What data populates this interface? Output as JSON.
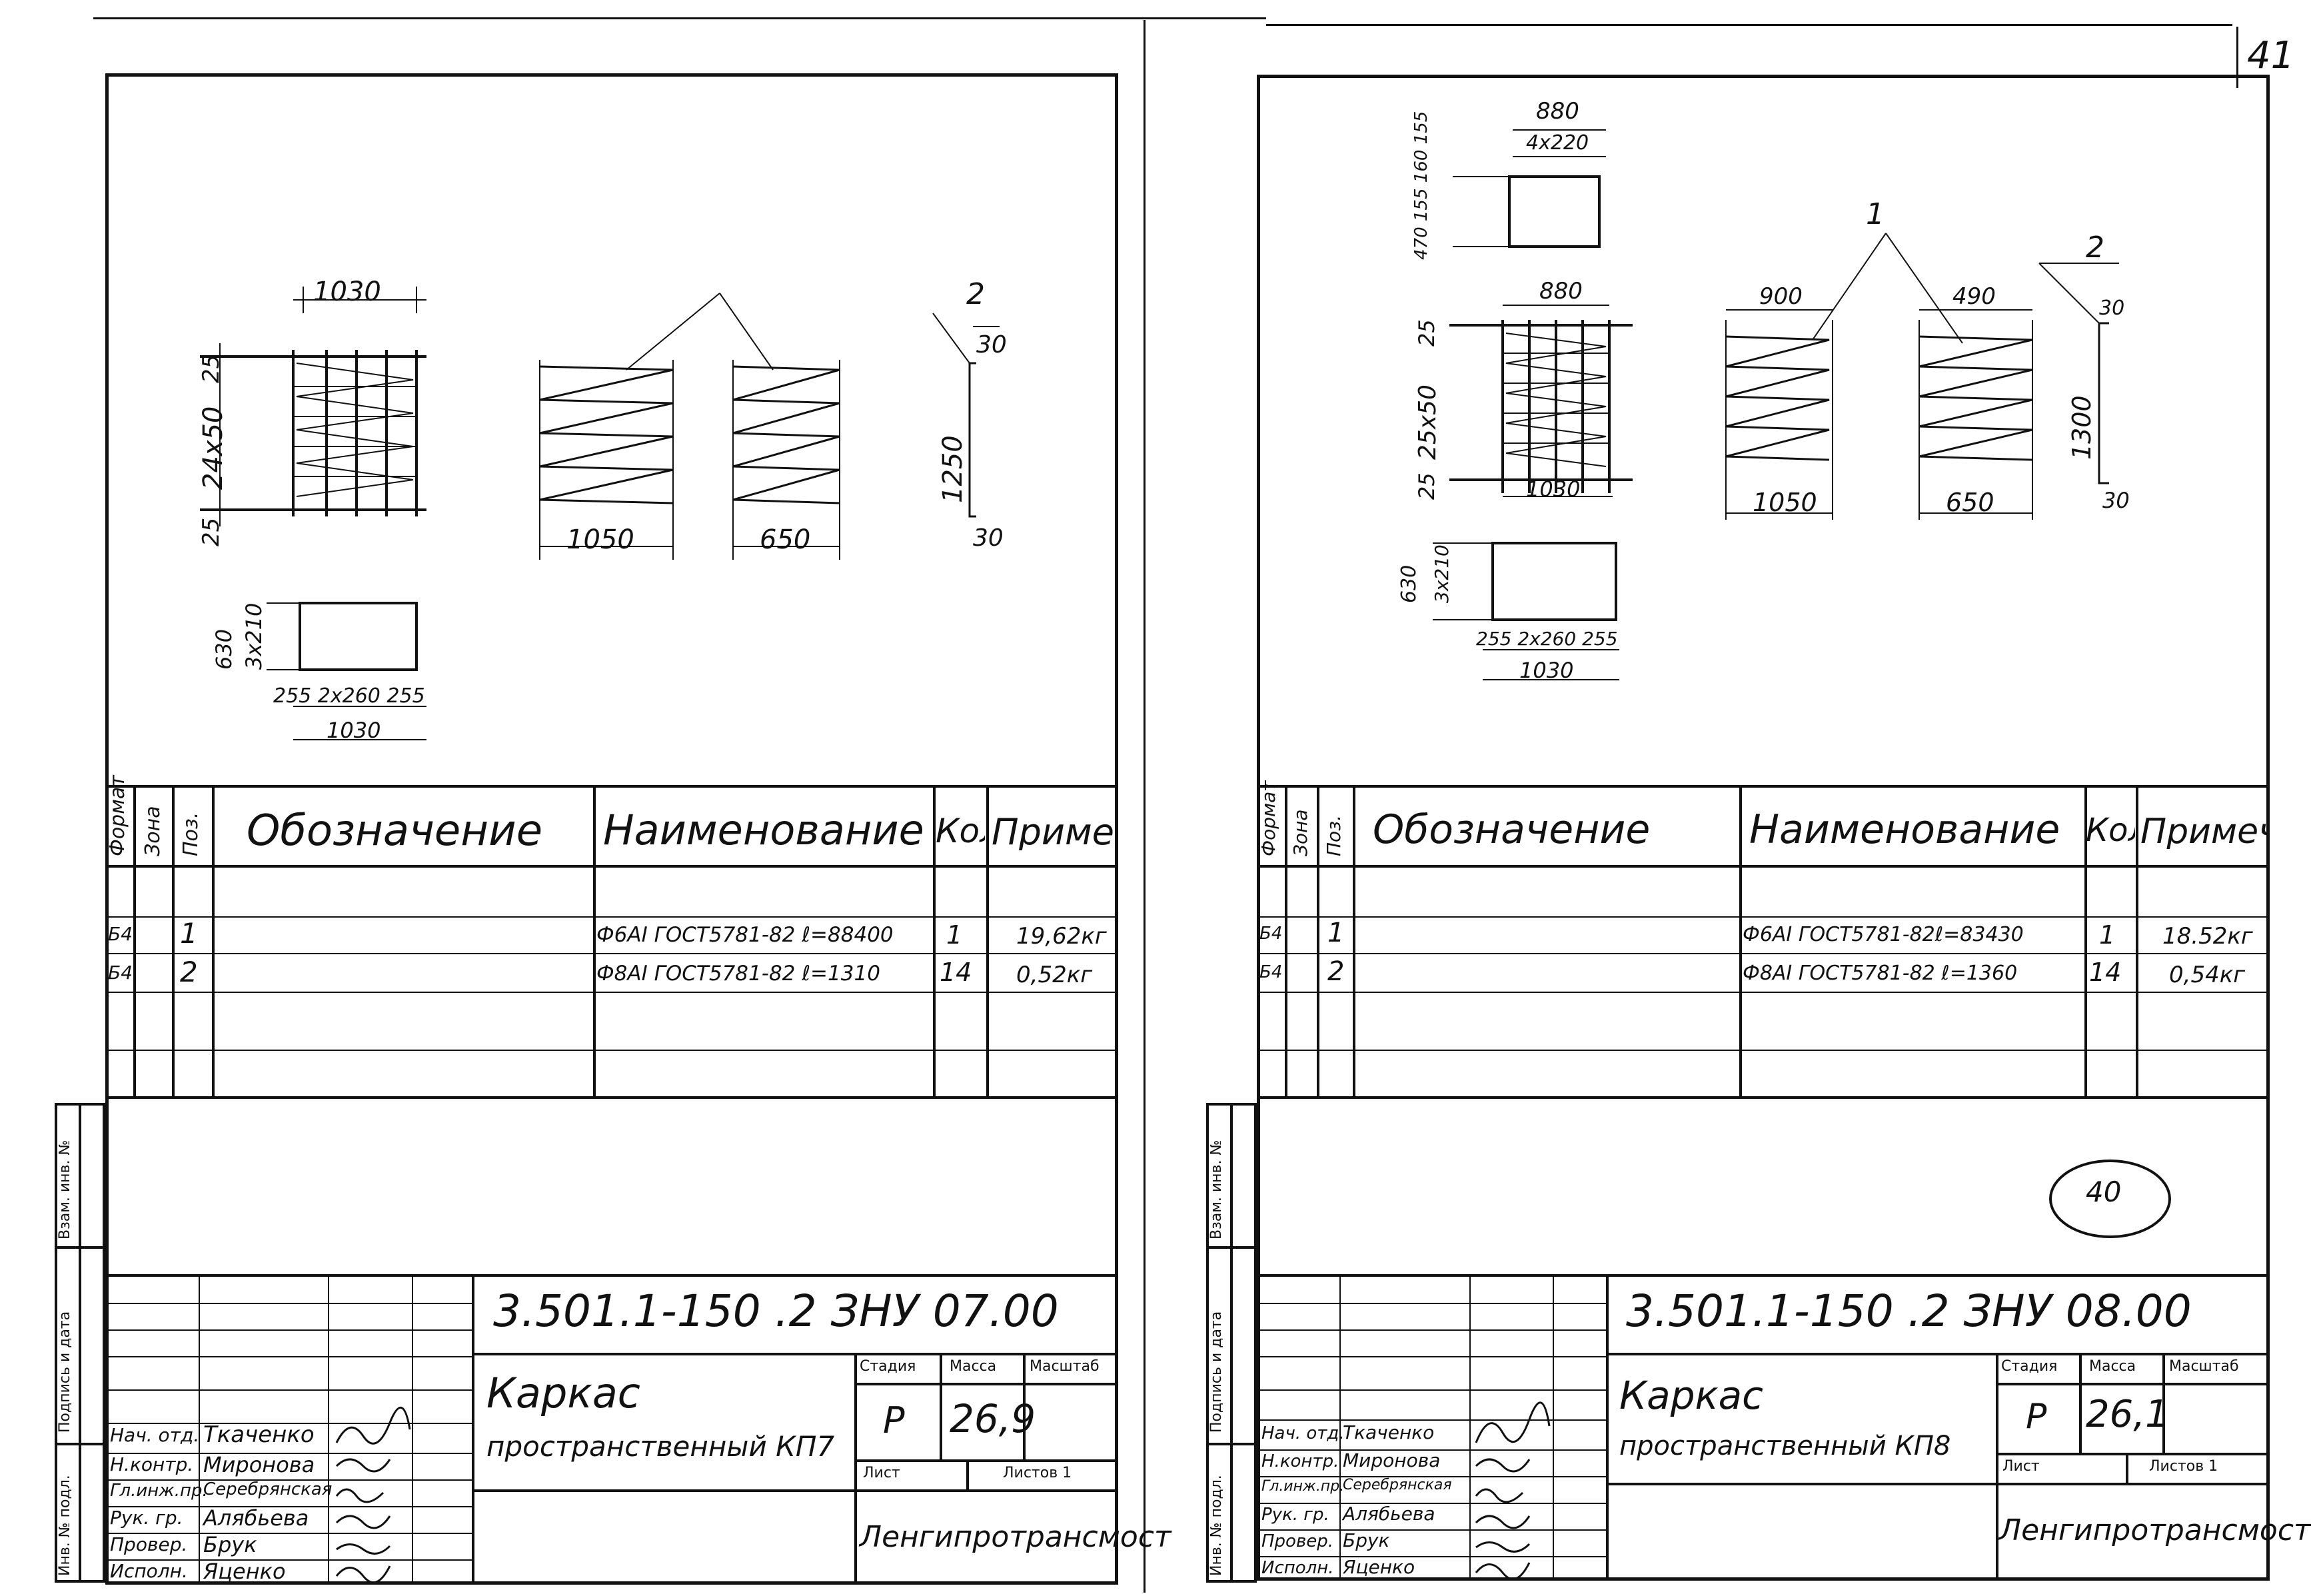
{
  "page_number": "41",
  "left_sheet": {
    "dims": {
      "top_width": "1030",
      "left_top": "25",
      "left_mid": "24x50",
      "left_bottom": "25",
      "bar1_len": "1050",
      "bar2_len": "650",
      "pos2_label": "2",
      "pos2_top": "30",
      "pos2_height": "1250",
      "pos2_bottom": "30",
      "sec_height": "630",
      "sec_sub": "3x210",
      "sec_bottom": "255 2x260 255",
      "sec_width": "1030"
    },
    "table_headers": {
      "format": "Формат",
      "zone": "Зона",
      "pos": "Поз.",
      "designation": "Обозначение",
      "name": "Наименование",
      "qty": "Кол.",
      "note": "Примеч."
    },
    "rows": [
      {
        "format": "Б4",
        "pos": "1",
        "name": "Ф6АI ГОСТ5781-82 ℓ=88400",
        "qty": "1",
        "note": "19,62кг"
      },
      {
        "format": "Б4",
        "pos": "2",
        "name": "Ф8АI ГОСТ5781-82 ℓ=1310",
        "qty": "14",
        "note": "0,52кг"
      }
    ],
    "side_labels": {
      "inv_podl": "Инв. № подл.",
      "podpis": "Подпись и дата",
      "vzam": "Взам. инв. №"
    },
    "code": "3.501.1-150 .2 ЗНУ 07.00",
    "title1": "Каркас",
    "title2": "пространственный КП7",
    "stage_label": "Стадия",
    "mass_label": "Масса",
    "scale_label": "Масштаб",
    "stage": "Р",
    "mass": "26,9",
    "sheet_label": "Лист",
    "sheets_label": "Листов 1",
    "org": "Ленгипротрансмост",
    "staff": [
      {
        "role": "Нач. отд.",
        "name": "Ткаченко"
      },
      {
        "role": "Н.контр.",
        "name": "Миронова"
      },
      {
        "role": "Гл.инж.пр.",
        "name": "Серебрянская"
      },
      {
        "role": "Рук. гр.",
        "name": "Алябьева"
      },
      {
        "role": "Провер.",
        "name": "Брук"
      },
      {
        "role": "Исполн.",
        "name": "Яценко"
      }
    ]
  },
  "right_sheet": {
    "dims": {
      "top_w": "880",
      "top_sub": "4x220",
      "top_left": "470 155 160 155",
      "front_w": "880",
      "front_top": "25",
      "front_mid": "25x50",
      "front_bottom": "25",
      "front_base": "1030",
      "pos1_label": "1",
      "bar1_top": "900",
      "bar2_top": "490",
      "bar1_len": "1050",
      "bar2_len": "650",
      "pos2_label": "2",
      "pos2_top": "30",
      "pos2_height": "1300",
      "pos2_bottom": "30",
      "sec_height": "630",
      "sec_sub": "3x210",
      "sec_bottom": "255 2x260 255",
      "sec_width": "1030"
    },
    "table_headers": {
      "format": "Формат",
      "zone": "Зона",
      "pos": "Поз.",
      "designation": "Обозначение",
      "name": "Наименование",
      "qty": "Кол.",
      "note": "Примеч."
    },
    "rows": [
      {
        "format": "Б4",
        "pos": "1",
        "name": "Ф6АI ГОСТ5781-82ℓ=83430",
        "qty": "1",
        "note": "18.52кг"
      },
      {
        "format": "Б4",
        "pos": "2",
        "name": "Ф8АI ГОСТ5781-82 ℓ=1360",
        "qty": "14",
        "note": "0,54кг"
      }
    ],
    "side_labels": {
      "inv_podl": "Инв. № подл.",
      "podpis": "Подпись и дата",
      "vzam": "Взам. инв. №"
    },
    "code": "3.501.1-150 .2 ЗНУ 08.00",
    "title1": "Каркас",
    "title2": "пространственный КП8",
    "stage_label": "Стадия",
    "mass_label": "Масса",
    "scale_label": "Масштаб",
    "stage": "Р",
    "mass": "26,1",
    "sheet_label": "Лист",
    "sheets_label": "Листов 1",
    "org": "Ленгипротрансмост",
    "stamp": "40",
    "staff": [
      {
        "role": "Нач. отд.",
        "name": "Ткаченко"
      },
      {
        "role": "Н.контр.",
        "name": "Миронова"
      },
      {
        "role": "Гл.инж.пр.",
        "name": "Серебрянская"
      },
      {
        "role": "Рук. гр.",
        "name": "Алябьева"
      },
      {
        "role": "Провер.",
        "name": "Брук"
      },
      {
        "role": "Исполн.",
        "name": "Яценко"
      }
    ]
  }
}
